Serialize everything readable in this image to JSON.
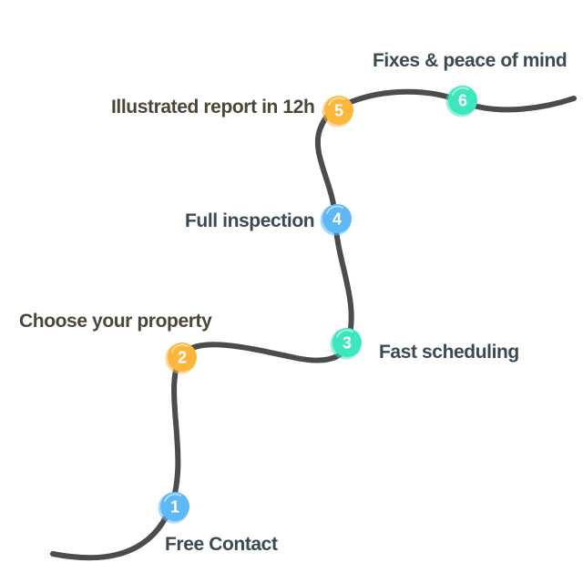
{
  "colors": {
    "path": "#4a4d4e",
    "blue": "#5db8f5",
    "orange": "#fbb73c",
    "teal": "#3ee6be",
    "label_dark": "#4d4638",
    "label_slate": "#3a4a54",
    "number": "#ffffff"
  },
  "steps": [
    {
      "number": "1",
      "label": "Free Contact",
      "color": "blue",
      "text_color": "label_slate",
      "icon": "circle-marker"
    },
    {
      "number": "2",
      "label": "Choose your property",
      "color": "orange",
      "text_color": "label_dark",
      "icon": "circle-marker"
    },
    {
      "number": "3",
      "label": "Fast scheduling",
      "color": "teal",
      "text_color": "label_slate",
      "icon": "circle-marker"
    },
    {
      "number": "4",
      "label": "Full inspection",
      "color": "blue",
      "text_color": "label_slate",
      "icon": "circle-marker"
    },
    {
      "number": "5",
      "label": "Illustrated report in 12h",
      "color": "orange",
      "text_color": "label_dark",
      "icon": "circle-marker"
    },
    {
      "number": "6",
      "label": "Fixes & peace of mind",
      "color": "teal",
      "text_color": "label_slate",
      "icon": "circle-marker"
    }
  ]
}
